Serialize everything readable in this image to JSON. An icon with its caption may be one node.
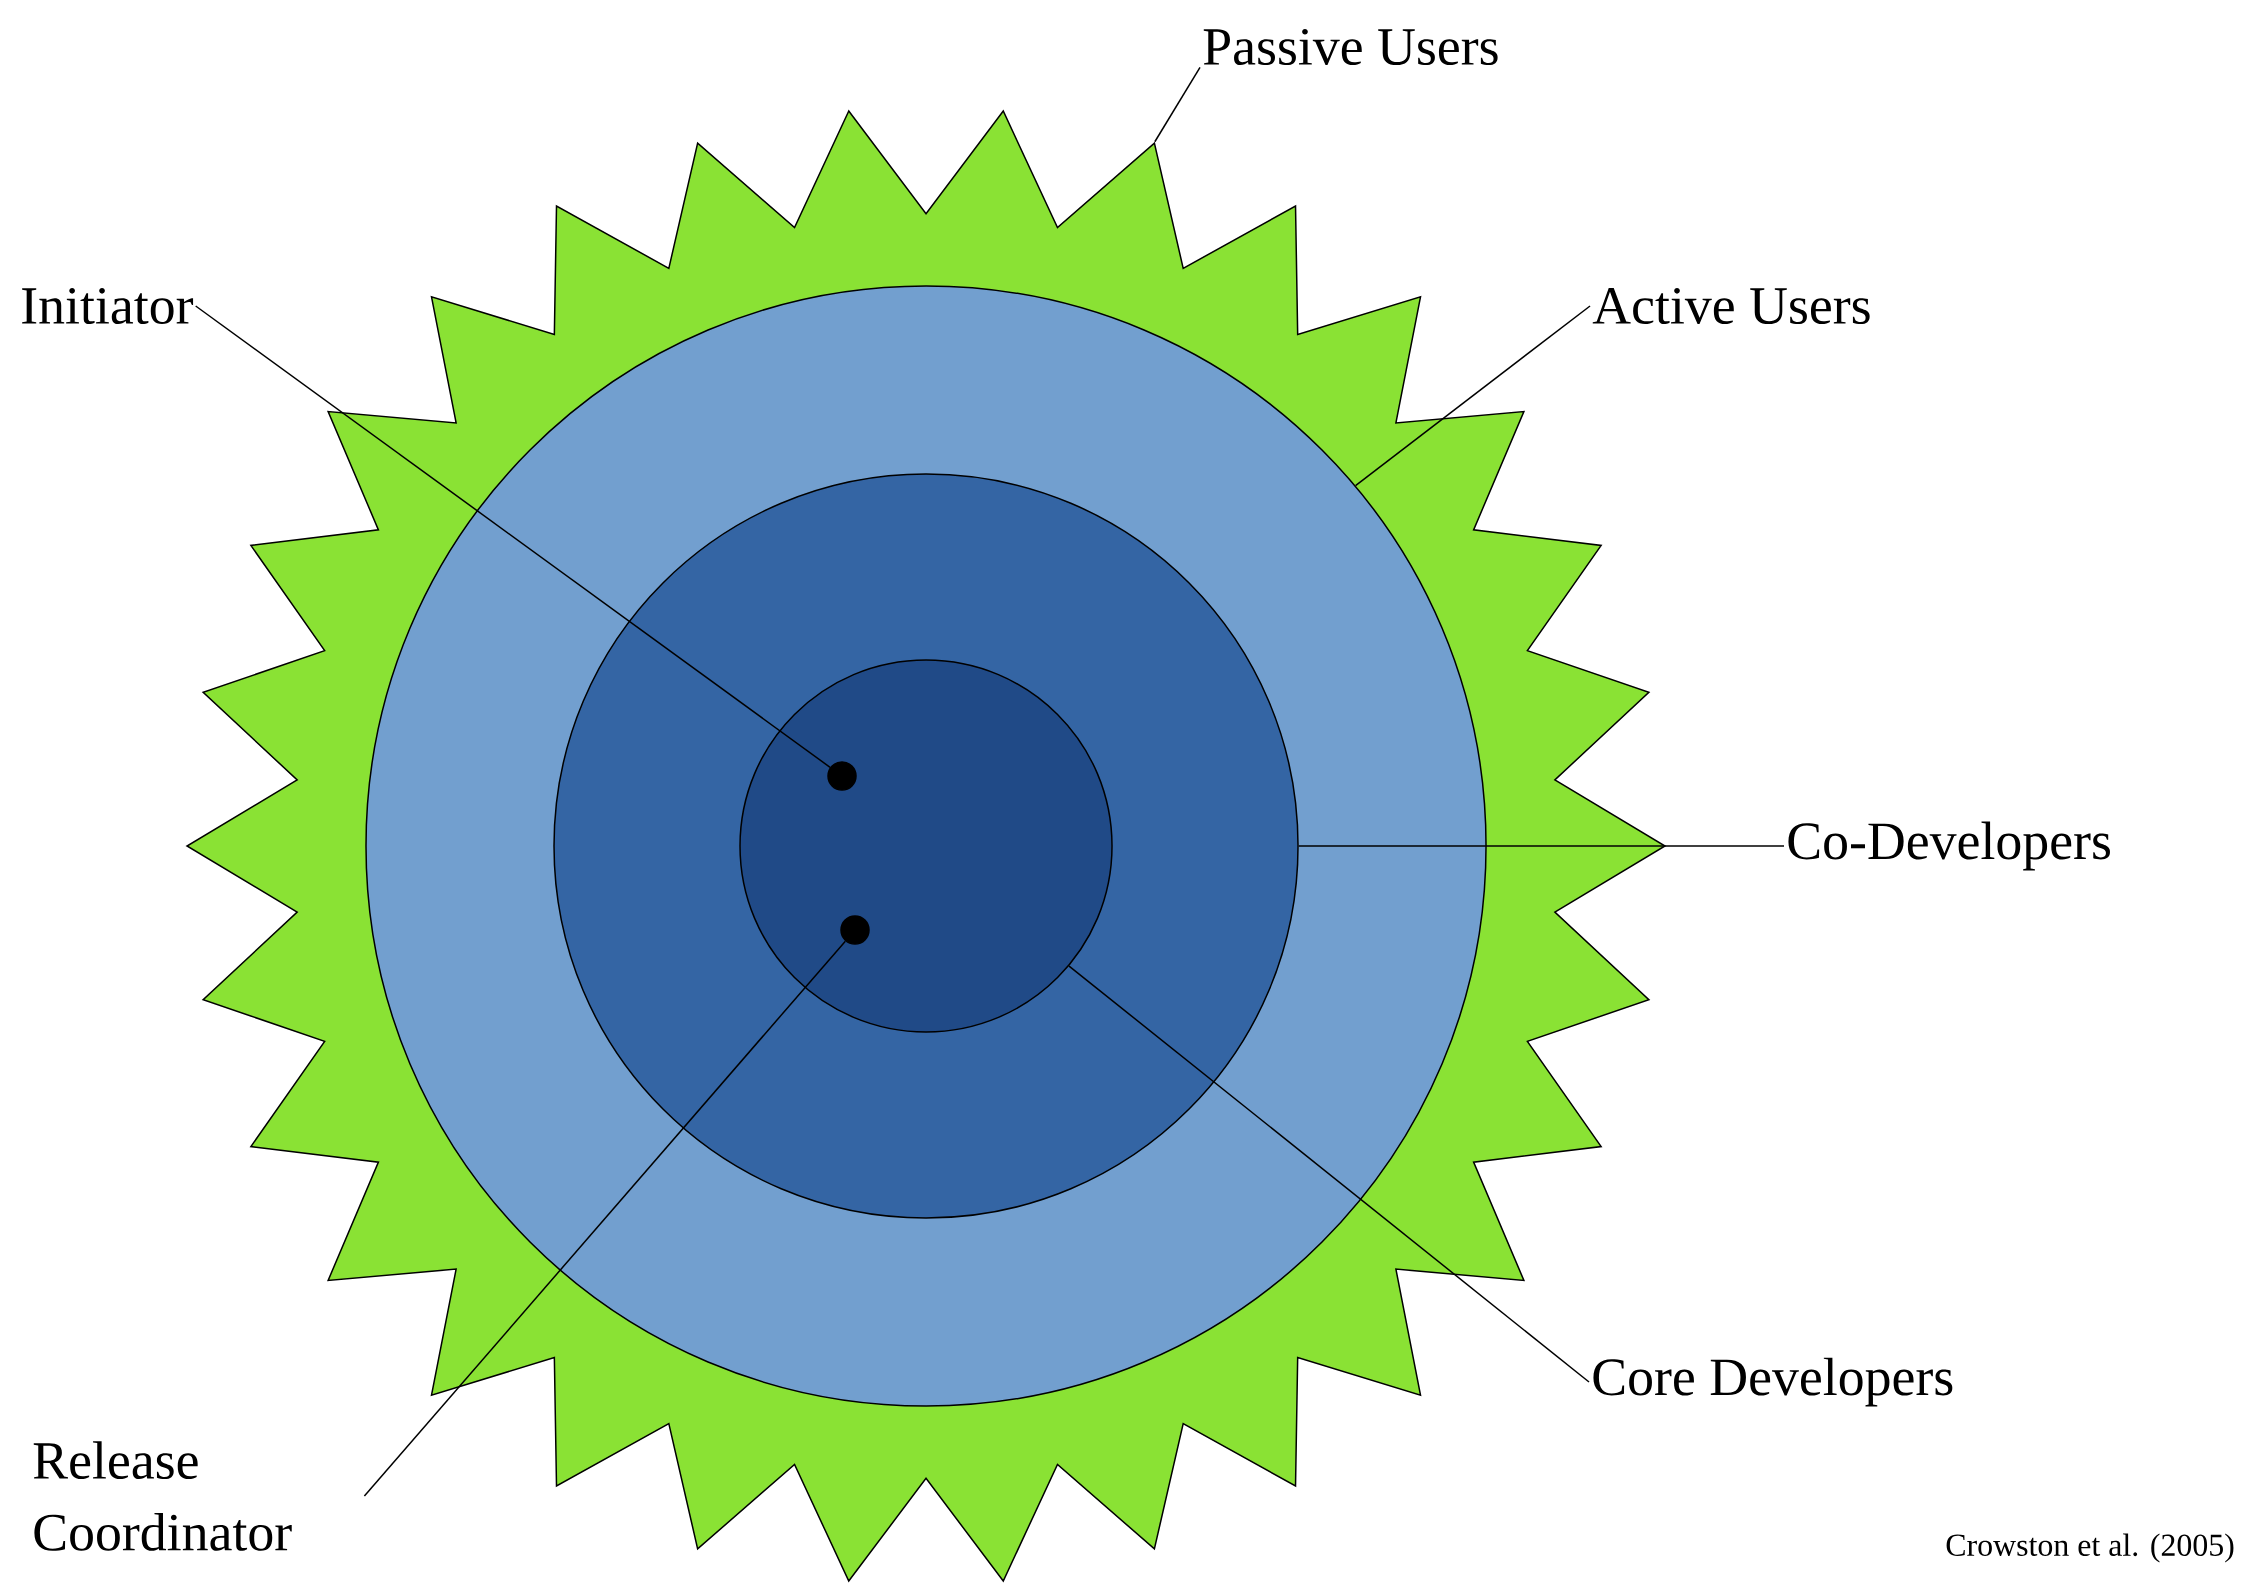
{
  "diagram": {
    "nodes": [
      {
        "text": [],
        "shape": "star"
      },
      {
        "text": [],
        "shape": "circle",
        "in": 0
      },
      {
        "text": [],
        "shape": "circle",
        "in": 1
      },
      {
        "text": [],
        "shape": "circle",
        "in": 2
      },
      {
        "text": [],
        "shape": "circle",
        "in": 3
      },
      {
        "text": [],
        "shape": "circle",
        "in": 3
      },
      {
        "text": [
          "Passive Users"
        ]
      },
      {
        "text": [
          "Initiator"
        ]
      },
      {
        "text": [
          "Active Users"
        ]
      },
      {
        "text": [
          "Co-Developers"
        ]
      },
      {
        "text": [
          "Core Developers"
        ]
      },
      {
        "text": [
          "Release Coordinator"
        ]
      }
    ],
    "edges": [
      {
        "from": 6,
        "to": 0,
        "arrow": "none"
      },
      {
        "from": 7,
        "to": 4,
        "arrow": "none"
      },
      {
        "from": 8,
        "to": 1,
        "arrow": "none"
      },
      {
        "from": 9,
        "to": 2,
        "arrow": "none"
      },
      {
        "from": 10,
        "to": 3,
        "arrow": "none"
      },
      {
        "from": 11,
        "to": 5,
        "arrow": "none"
      }
    ],
    "labels": [
      "Crowston et al. (2005)"
    ]
  }
}
